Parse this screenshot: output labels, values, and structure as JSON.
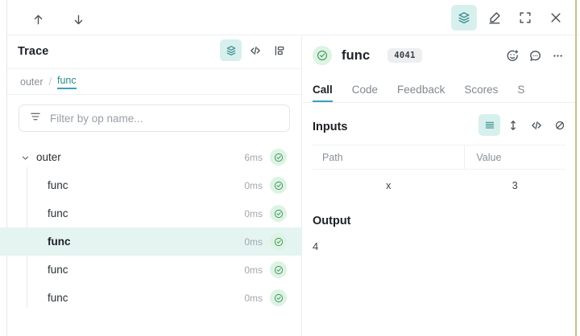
{
  "toolbar": {
    "nav_up": "arrow-up",
    "nav_down": "arrow-down",
    "trace_view": "layers",
    "annotate": "highlighter-pen",
    "fullscreen": "expand-corners",
    "close": "close-x"
  },
  "trace": {
    "title": "Trace",
    "view_icons": [
      {
        "name": "layers-icon",
        "active": true
      },
      {
        "name": "code-icon",
        "active": false
      },
      {
        "name": "tree-icon",
        "active": false
      }
    ],
    "breadcrumb": [
      {
        "label": "outer",
        "current": false
      },
      {
        "label": "func",
        "current": true
      }
    ],
    "breadcrumb_separator": "/",
    "filter": {
      "placeholder": "Filter by op name...",
      "value": "",
      "icon": "filter-icon"
    },
    "rows": [
      {
        "label": "outer",
        "duration": "6ms",
        "depth": 0,
        "selected": false,
        "expanded": true,
        "status": "success"
      },
      {
        "label": "func",
        "duration": "0ms",
        "depth": 1,
        "selected": false,
        "expanded": false,
        "status": "success"
      },
      {
        "label": "func",
        "duration": "0ms",
        "depth": 1,
        "selected": false,
        "expanded": false,
        "status": "success"
      },
      {
        "label": "func",
        "duration": "0ms",
        "depth": 1,
        "selected": true,
        "expanded": false,
        "status": "success"
      },
      {
        "label": "func",
        "duration": "0ms",
        "depth": 1,
        "selected": false,
        "expanded": false,
        "status": "success"
      },
      {
        "label": "func",
        "duration": "0ms",
        "depth": 1,
        "selected": false,
        "expanded": false,
        "status": "success"
      }
    ]
  },
  "detail": {
    "status": "success",
    "title": "func",
    "badge": "4041",
    "actions": [
      {
        "name": "add-reaction-icon"
      },
      {
        "name": "comment-icon"
      },
      {
        "name": "more-options-icon"
      }
    ],
    "tabs": [
      {
        "label": "Call",
        "active": true
      },
      {
        "label": "Code",
        "active": false
      },
      {
        "label": "Feedback",
        "active": false
      },
      {
        "label": "Scores",
        "active": false
      },
      {
        "label": "S",
        "active": false
      }
    ],
    "inputs": {
      "title": "Inputs",
      "view_icons": [
        {
          "name": "list-view-icon",
          "active": true
        },
        {
          "name": "expand-rows-icon",
          "active": false
        },
        {
          "name": "code-view-icon",
          "active": false
        },
        {
          "name": "hide-icon",
          "active": false
        }
      ],
      "columns": [
        "Path",
        "Value"
      ],
      "rows": [
        {
          "path": "x",
          "value": "3"
        }
      ]
    },
    "output": {
      "title": "Output",
      "value": "4"
    }
  },
  "colors": {
    "accent_teal": "#3aa0bb",
    "active_bg": "#d7f0ee",
    "selected_row_bg": "#e4f4f1",
    "success_bg": "#ddf3e3",
    "success_stroke": "#3f8f5c",
    "right_edge": "#c9c08f"
  }
}
